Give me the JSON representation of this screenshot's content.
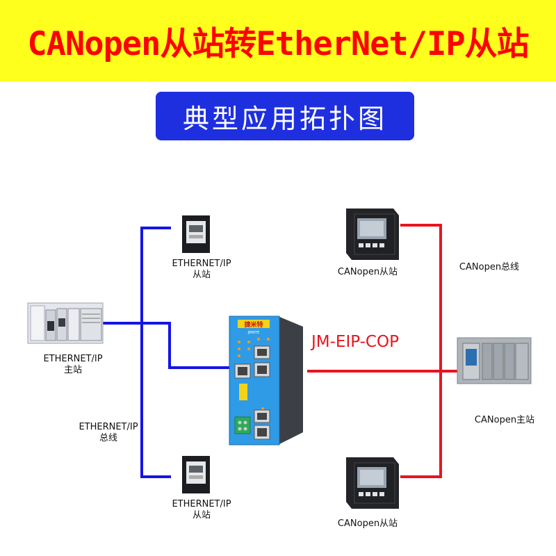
{
  "header": {
    "title": "CANopen从站转EtherNet/IP从站",
    "subtitle": "典型应用拓扑图",
    "title_color": "#ff0000",
    "banner_color": "#ffff1e",
    "subtitle_bg": "#1e2fe0"
  },
  "diagram": {
    "ethernet_color": "#1414e6",
    "canopen_color": "#e8141e",
    "model_label": "JM-EIP-COP",
    "gateway_brand": "捷米特",
    "gateway_brand_en": "JEMITE",
    "nodes": {
      "eip_master": {
        "line1": "ETHERNET/IP",
        "line2": "主站"
      },
      "eip_bus": {
        "line1": "ETHERNET/IP",
        "line2": "总线"
      },
      "eip_slave_top": {
        "line1": "ETHERNET/IP",
        "line2": "从站"
      },
      "eip_slave_bottom": {
        "line1": "ETHERNET/IP",
        "line2": "从站"
      },
      "can_slave_top": {
        "label": "CANopen从站"
      },
      "can_slave_bottom": {
        "label": "CANopen从站"
      },
      "can_bus": {
        "label": "CANopen总线"
      },
      "can_master": {
        "label": "CANopen主站"
      }
    }
  }
}
